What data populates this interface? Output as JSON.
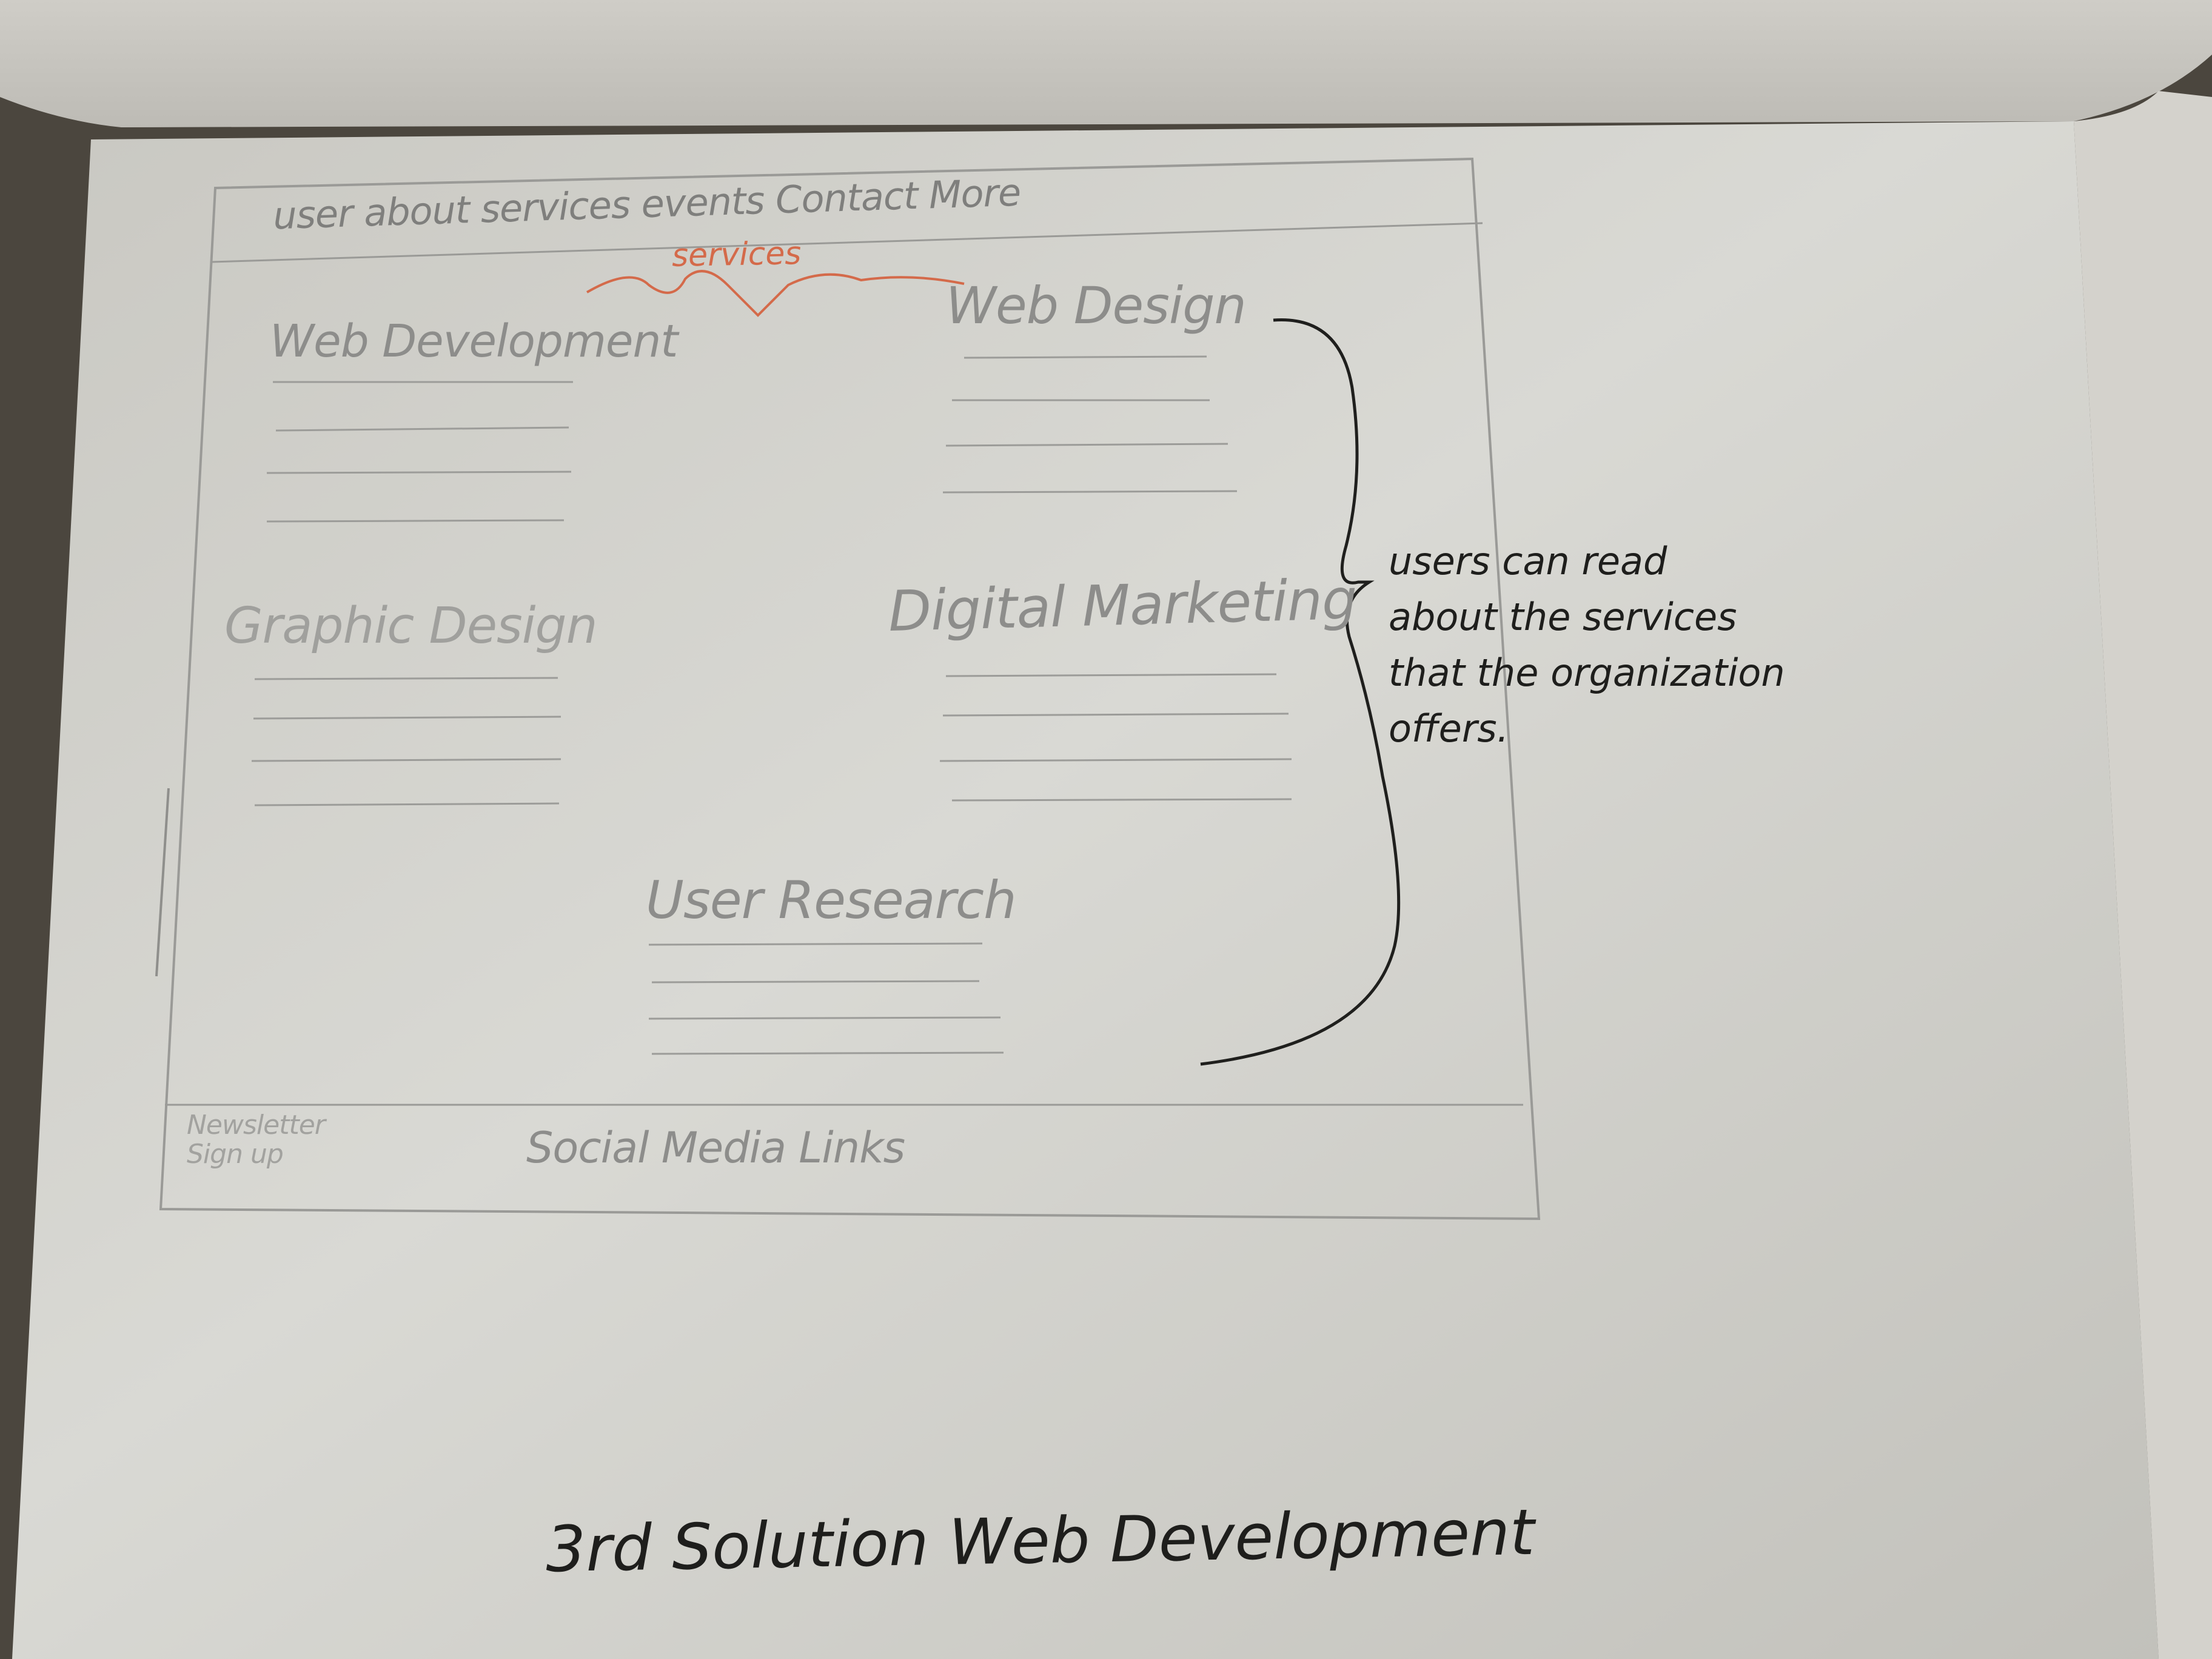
{
  "sketch": {
    "nav_text": "user  about  services  events   Contact  More",
    "section_heading": "services",
    "footer": {
      "newsletter": "Newsletter",
      "signup": "Sign up",
      "social": "Social Media Links"
    },
    "items": [
      "Web Development",
      "Web Design",
      "Graphic Design",
      "Digital Marketing",
      "User Research"
    ]
  },
  "annotation": [
    "users can read",
    "about the services",
    "that the organization",
    "offers."
  ],
  "caption": "3rd Solution Web Development",
  "colors": {
    "paper": "#dcdcd7",
    "pencil": "#8d8d8b",
    "ink": "#1e1e1c",
    "red_pencil": "#d46a4a",
    "background": "#4a463f"
  }
}
